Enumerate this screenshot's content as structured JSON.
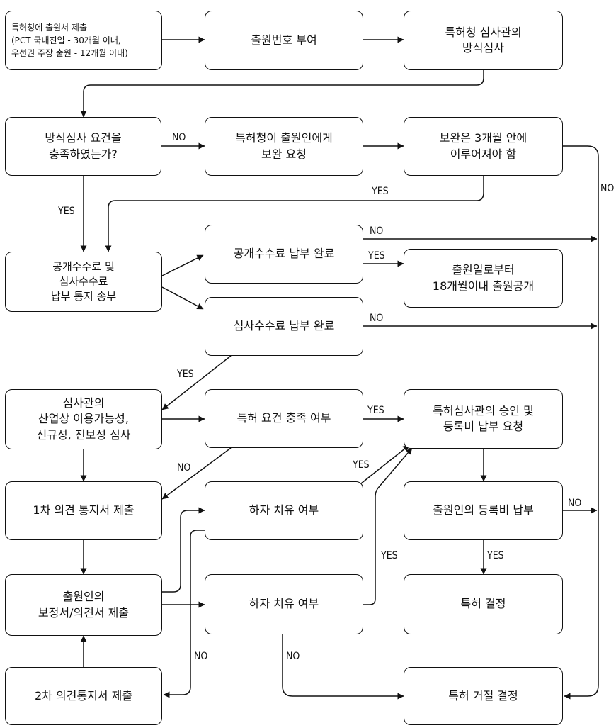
{
  "boxes": {
    "submit": "특허청에 출원서 제출\n(PCT 국내진입 - 30개월 이내,\n우선권 주장 출원 - 12개월 이내)",
    "app_number": "출원번호 부여",
    "formal_exam": "특허청 심사관의\n방식심사",
    "formal_ok": "방식심사 요건을\n충족하였는가?",
    "supplement_request": "특허청이 출원인에게\n보완 요청",
    "supplement_3m": "보완은 3개월 안에\n이루어져야 함",
    "fee_notice": "공개수수료 및\n심사수수료\n납부 통지 송부",
    "pub_fee_paid": "공개수수료 납부 완료",
    "publication": "출원일로부터\n18개월이내 출원공개",
    "exam_fee_paid": "심사수수료 납부 완료",
    "substantive_exam": "심사관의\n산업상 이용가능성,\n신규성, 진보성 심사",
    "requirements_met": "특허 요건 충족 여부",
    "approval": "특허심사관의 승인 및\n등록비 납부 요청",
    "first_opinion": "1차 의견 통지서 제출",
    "defect_cured_1": "하자 치유 여부",
    "reg_fee_paid": "출원인의 등록비 납부",
    "amendment": "출원인의\n보정서/의견서 제출",
    "defect_cured_2": "하자 치유 여부",
    "grant": "특허 결정",
    "second_opinion": "2차 의견통지서 제출",
    "reject": "특허 거절 결정"
  },
  "labels": {
    "no": "NO",
    "yes": "YES"
  },
  "colors": {
    "line": "#111111",
    "background": "#ffffff"
  }
}
